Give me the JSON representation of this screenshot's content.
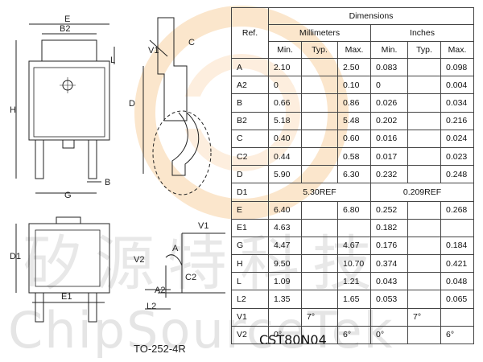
{
  "title": "CST80N04",
  "package": "TO-252-4R",
  "watermark": {
    "latin": "ChipSourceTek",
    "chinese": "矽源特科技"
  },
  "drawing_labels": [
    "B2",
    "E",
    "L",
    "V1",
    "D",
    "H",
    "C",
    "G",
    "B",
    "D1",
    "V2",
    "A",
    "A2",
    "L2",
    "V1",
    "E1",
    "C2"
  ],
  "table": {
    "ref_header": "Ref.",
    "dimensions_header": "Dimensions",
    "mm_header": "Millimeters",
    "in_header": "Inches",
    "sub_headers": [
      "Min.",
      "Typ.",
      "Max.",
      "Min.",
      "Typ.",
      "Max."
    ],
    "rows": [
      {
        "ref": "A",
        "mm_min": "2.10",
        "mm_typ": "",
        "mm_max": "2.50",
        "in_min": "0.083",
        "in_typ": "",
        "in_max": "0.098"
      },
      {
        "ref": "A2",
        "mm_min": "0",
        "mm_typ": "",
        "mm_max": "0.10",
        "in_min": "0",
        "in_typ": "",
        "in_max": "0.004"
      },
      {
        "ref": "B",
        "mm_min": "0.66",
        "mm_typ": "",
        "mm_max": "0.86",
        "in_min": "0.026",
        "in_typ": "",
        "in_max": "0.034"
      },
      {
        "ref": "B2",
        "mm_min": "5.18",
        "mm_typ": "",
        "mm_max": "5.48",
        "in_min": "0.202",
        "in_typ": "",
        "in_max": "0.216"
      },
      {
        "ref": "C",
        "mm_min": "0.40",
        "mm_typ": "",
        "mm_max": "0.60",
        "in_min": "0.016",
        "in_typ": "",
        "in_max": "0.024"
      },
      {
        "ref": "C2",
        "mm_min": "0.44",
        "mm_typ": "",
        "mm_max": "0.58",
        "in_min": "0.017",
        "in_typ": "",
        "in_max": "0.023"
      },
      {
        "ref": "D",
        "mm_min": "5.90",
        "mm_typ": "",
        "mm_max": "6.30",
        "in_min": "0.232",
        "in_typ": "",
        "in_max": "0.248"
      },
      {
        "ref": "D1",
        "mm_ref": "5.30REF",
        "in_ref": "0.209REF"
      },
      {
        "ref": "E",
        "mm_min": "6.40",
        "mm_typ": "",
        "mm_max": "6.80",
        "in_min": "0.252",
        "in_typ": "",
        "in_max": "0.268"
      },
      {
        "ref": "E1",
        "mm_min": "4.63",
        "mm_typ": "",
        "mm_max": "",
        "in_min": "0.182",
        "in_typ": "",
        "in_max": ""
      },
      {
        "ref": "G",
        "mm_min": "4.47",
        "mm_typ": "",
        "mm_max": "4.67",
        "in_min": "0.176",
        "in_typ": "",
        "in_max": "0.184"
      },
      {
        "ref": "H",
        "mm_min": "9.50",
        "mm_typ": "",
        "mm_max": "10.70",
        "in_min": "0.374",
        "in_typ": "",
        "in_max": "0.421"
      },
      {
        "ref": "L",
        "mm_min": "1.09",
        "mm_typ": "",
        "mm_max": "1.21",
        "in_min": "0.043",
        "in_typ": "",
        "in_max": "0.048"
      },
      {
        "ref": "L2",
        "mm_min": "1.35",
        "mm_typ": "",
        "mm_max": "1.65",
        "in_min": "0.053",
        "in_typ": "",
        "in_max": "0.065"
      },
      {
        "ref": "V1",
        "mm_min": "",
        "mm_typ": "7°",
        "mm_max": "",
        "in_min": "",
        "in_typ": "7°",
        "in_max": ""
      },
      {
        "ref": "V2",
        "mm_min": "0°",
        "mm_typ": "",
        "mm_max": "6°",
        "in_min": "0°",
        "in_typ": "",
        "in_max": "6°"
      }
    ]
  }
}
